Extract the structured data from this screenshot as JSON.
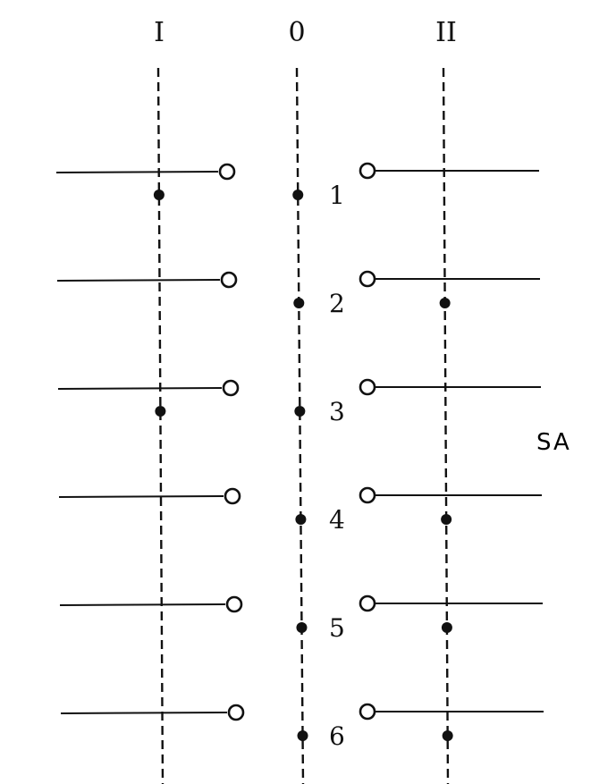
{
  "positions": [
    "I",
    "0",
    "II"
  ],
  "device_label": "SA",
  "contacts": [
    {
      "number": "1",
      "closed_I": true,
      "closed_0": true,
      "closed_II": false
    },
    {
      "number": "2",
      "closed_I": false,
      "closed_0": true,
      "closed_II": true
    },
    {
      "number": "3",
      "closed_I": true,
      "closed_0": true,
      "closed_II": false
    },
    {
      "number": "4",
      "closed_I": false,
      "closed_0": true,
      "closed_II": true
    },
    {
      "number": "5",
      "closed_I": false,
      "closed_0": true,
      "closed_II": true
    },
    {
      "number": "6",
      "closed_I": false,
      "closed_0": true,
      "closed_II": true
    }
  ]
}
